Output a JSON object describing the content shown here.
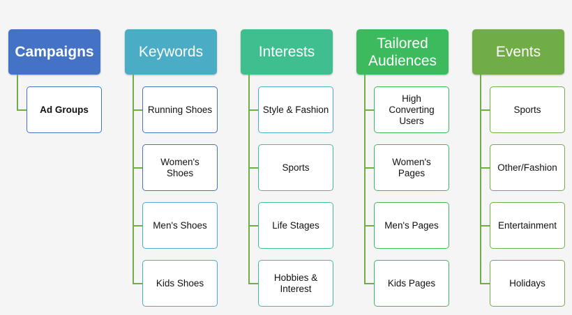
{
  "colors": {
    "campaigns": "#4472c4",
    "keywords": "#4bacc6",
    "interests": "#3fbf8f",
    "audiences": "#3dba5e",
    "events": "#70ad47"
  },
  "columns": [
    {
      "title": "Campaigns",
      "color": "#4472c4",
      "items": [
        "Ad Groups"
      ]
    },
    {
      "title": "Keywords",
      "color": "#4bacc6",
      "items": [
        "Running Shoes",
        "Women's\nShoes",
        "Men's Shoes",
        "Kids Shoes"
      ]
    },
    {
      "title": "Interests",
      "color": "#3fbf8f",
      "items": [
        "Style & Fashion",
        "Sports",
        "Life Stages",
        "Hobbies &\nInterest"
      ]
    },
    {
      "title": "Tailored\nAudiences",
      "color": "#3dba5e",
      "items": [
        "High\nConverting\nUsers",
        "Women's\nPages",
        "Men's Pages",
        "Kids Pages"
      ]
    },
    {
      "title": "Events",
      "color": "#70ad47",
      "items": [
        "Sports",
        "Other/Fashion",
        "Entertainment",
        "Holidays"
      ]
    }
  ]
}
